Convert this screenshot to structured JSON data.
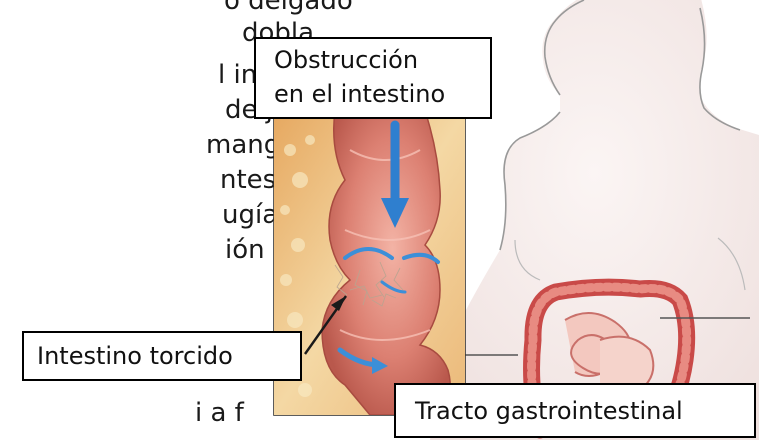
{
  "body_text": {
    "lines": [
      "o delgado",
      "dobla.",
      "l intestino no",
      "de jardín que",
      "manguera o",
      "ntestino",
      "ugía",
      "ión puede",
      "",
      "",
      "",
      "",
      "i a f"
    ]
  },
  "labels": {
    "obstruccion_line1": "Obstrucción",
    "obstruccion_line2": "en el intestino",
    "intestino_torcido": "Intestino torcido",
    "tracto_gastrointestinal": "Tracto gastrointestinal"
  },
  "colors": {
    "intestine": "#d97f74",
    "tissue": "#f0c98f",
    "arrow": "#3c8fd8",
    "skin": "#f5eceb"
  }
}
